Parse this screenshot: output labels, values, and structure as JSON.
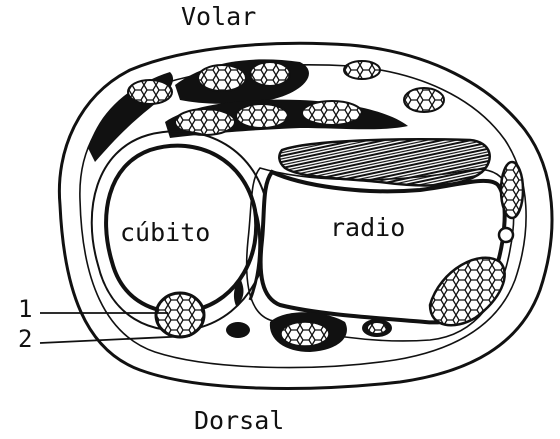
{
  "labels": {
    "top": "Volar",
    "bottom": "Dorsal",
    "ulna": "cúbito",
    "radius": "radio",
    "marker_1": "1",
    "marker_2": "2"
  },
  "colors": {
    "ink": "#111111",
    "paper": "#ffffff"
  }
}
